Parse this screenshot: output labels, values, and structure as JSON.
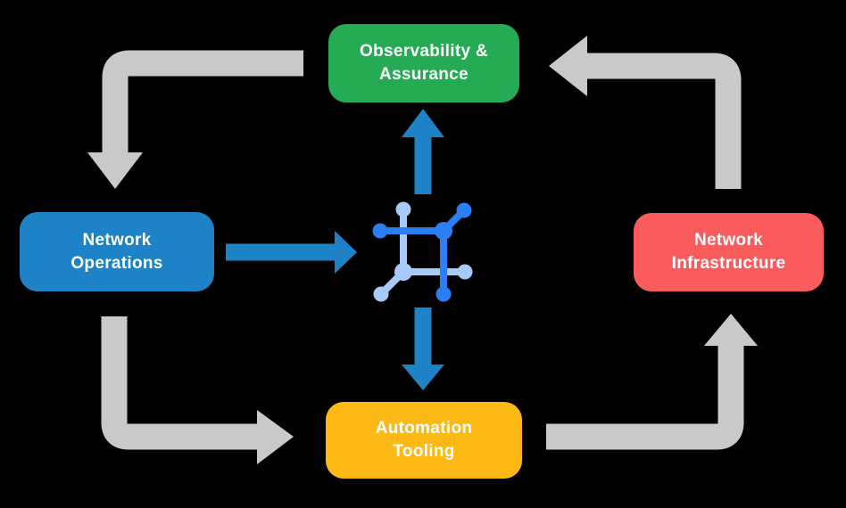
{
  "canvas": {
    "background": "#000000"
  },
  "nodes": [
    {
      "id": "observability-assurance",
      "label": "Observability &\nAssurance",
      "color": "#26ab55"
    },
    {
      "id": "network-operations",
      "label": "Network\nOperations",
      "color": "#1e82c6"
    },
    {
      "id": "network-infrastructure",
      "label": "Network\nInfrastructure",
      "color": "#fa5c5e"
    },
    {
      "id": "automation-tooling",
      "label": "Automation\nTooling",
      "color": "#fcb915"
    }
  ],
  "flow": {
    "cycle_color": "#c9c9c9",
    "hub_color": "#1e82c6",
    "cycle": [
      {
        "from": "observability-assurance",
        "to": "network-operations"
      },
      {
        "from": "network-operations",
        "to": "automation-tooling"
      },
      {
        "from": "automation-tooling",
        "to": "network-infrastructure"
      },
      {
        "from": "network-infrastructure",
        "to": "observability-assurance"
      }
    ],
    "hub_links": [
      {
        "from": "network-operations",
        "to": "hub"
      },
      {
        "from": "hub",
        "to": "observability-assurance"
      },
      {
        "from": "hub",
        "to": "automation-tooling"
      }
    ]
  },
  "hub_icon": {
    "name": "network-mesh-icon",
    "primary": "#2b7ff2",
    "secondary": "#a8caf7"
  }
}
